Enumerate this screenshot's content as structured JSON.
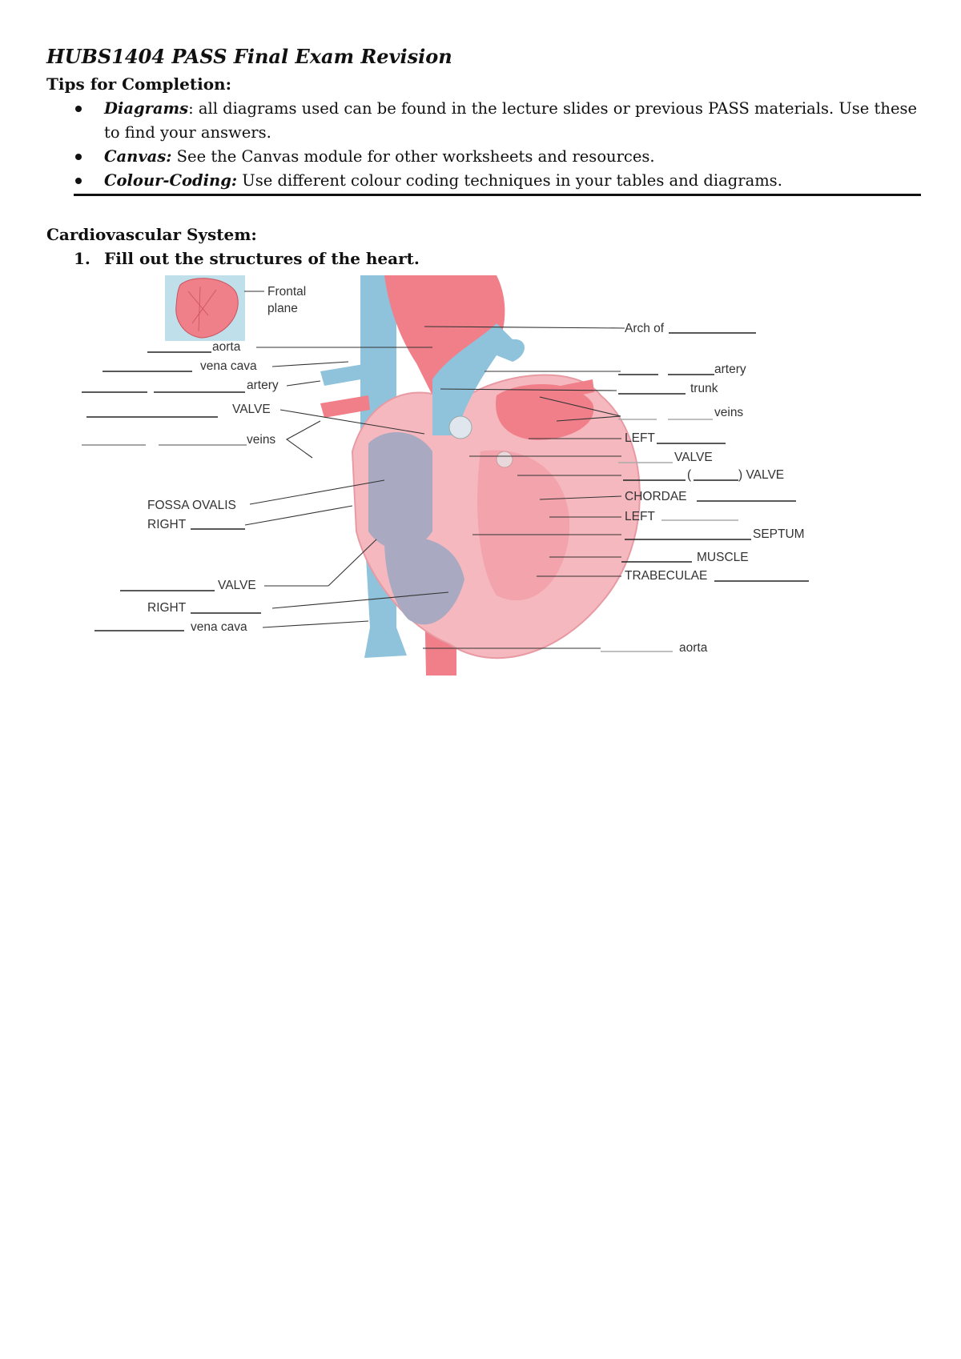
{
  "header": {
    "title": "HUBS1404 PASS Final Exam Revision"
  },
  "tips": {
    "heading": "Tips for Completion:",
    "items": [
      {
        "label": "Diagrams",
        "text": ": all diagrams used can be found in the lecture slides or previous PASS materials. Use these to find your answers."
      },
      {
        "label": "Canvas:",
        "text": " See the Canvas module for other worksheets and resources."
      },
      {
        "label": "Colour-Coding:",
        "text": " Use different colour coding techniques in your tables and diagrams."
      }
    ]
  },
  "section": {
    "heading": "Cardiovascular System:",
    "question_number": "1.",
    "question_text": "Fill out the structures of the heart."
  },
  "diagram": {
    "inset": {
      "label_line1": "Frontal",
      "label_line2": "plane"
    },
    "left_labels": [
      "aorta",
      "vena cava",
      "artery",
      "VALVE",
      "veins",
      "FOSSA OVALIS",
      "RIGHT",
      "VALVE",
      "RIGHT",
      "vena cava"
    ],
    "right_labels": [
      "Arch of",
      "artery",
      "trunk",
      "veins",
      "LEFT",
      "VALVE",
      "(",
      ") VALVE",
      "CHORDAE",
      "LEFT",
      "SEPTUM",
      "MUSCLE",
      "TRABECULAE",
      "aorta"
    ],
    "colors": {
      "oxygenated": "#f07f8a",
      "deoxygenated": "#8fc3dc",
      "wall": "#f6b8bf",
      "interior": "#a9a9c2"
    }
  }
}
